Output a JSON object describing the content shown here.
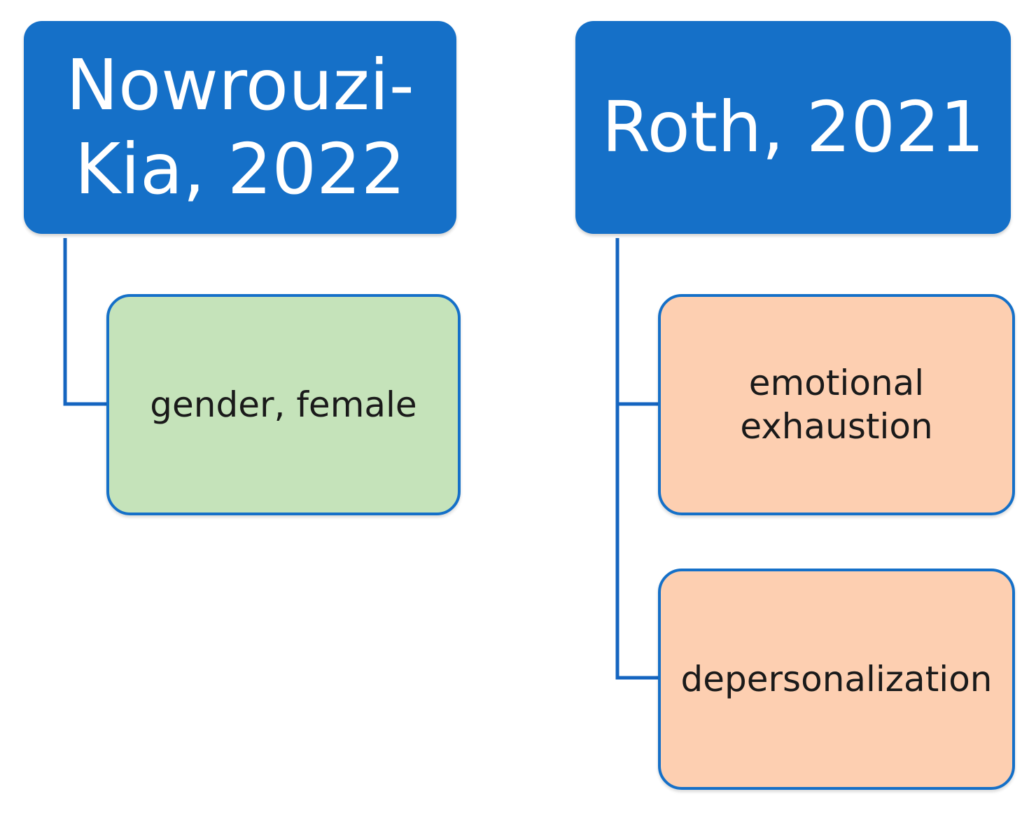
{
  "diagram": {
    "colors": {
      "header_fill": "#1570C8",
      "header_text": "#ffffff",
      "connector": "#1565C0",
      "child_border": "#1570C8",
      "green_fill": "#C5E3BA",
      "peach_fill": "#FDCFB1"
    },
    "groups": [
      {
        "header_lines": [
          "Nowrouzi-",
          "Kia, 2022"
        ],
        "children": [
          {
            "lines": [
              "gender, female"
            ]
          }
        ]
      },
      {
        "header_lines": [
          "Roth, 2021"
        ],
        "children": [
          {
            "lines": [
              "emotional",
              "exhaustion"
            ]
          },
          {
            "lines": [
              "depersonalization"
            ]
          }
        ]
      }
    ]
  }
}
